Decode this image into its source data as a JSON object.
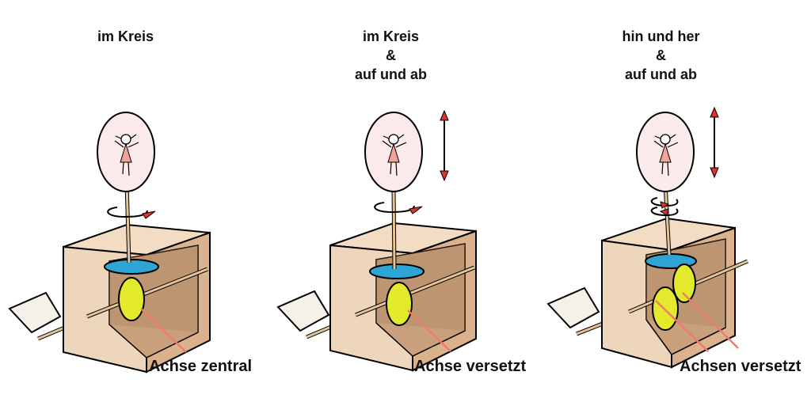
{
  "panels": [
    {
      "title_lines": [
        "im Kreis"
      ],
      "label": "Achse zentral"
    },
    {
      "title_lines": [
        "im Kreis",
        "&",
        "auf und ab"
      ],
      "label": "Achse versetzt"
    },
    {
      "title_lines": [
        "hin und her",
        "&",
        "auf und ab"
      ],
      "label": "Achsen versetzt"
    }
  ],
  "colors": {
    "box_front": "#eed6bd",
    "box_inner": "#c9a07c",
    "disc_blue": "#2fa5d6",
    "cam_yellow": "#e3ea2c",
    "balloon": "#fbeaea",
    "dress": "#f4a39a",
    "arrow_red": "#e0312a",
    "pointer": "#f07a6b",
    "stick": "#e5c598"
  },
  "icons": [
    "rotation-arrow-icon",
    "up-down-arrow-icon",
    "dancer-figure",
    "crank-handle-icon"
  ]
}
